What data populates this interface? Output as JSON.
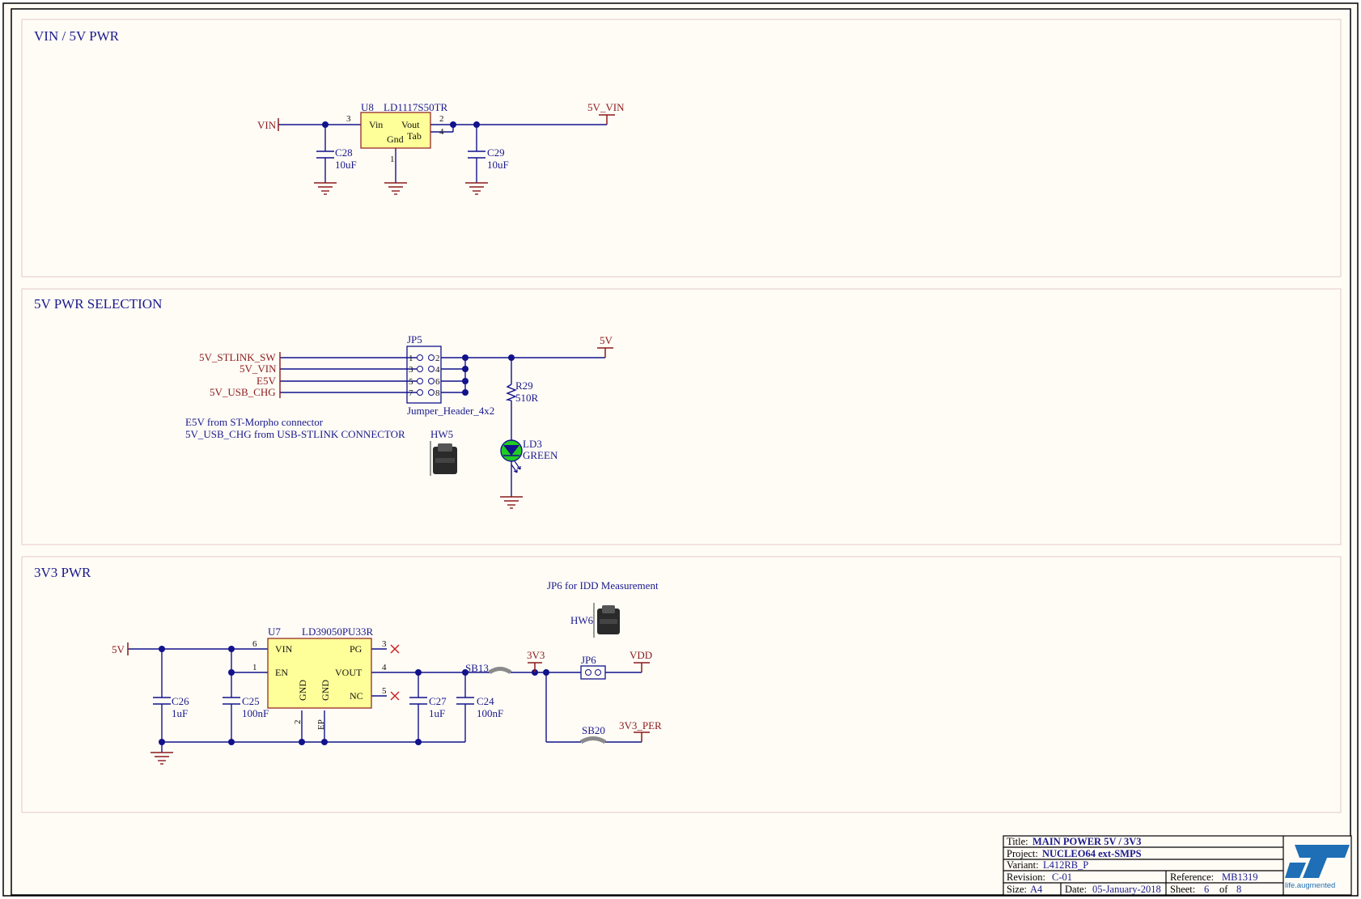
{
  "colors": {
    "paper": "#fffcf6",
    "wire": "#12128c",
    "net": "#8b1a1a",
    "component_fill": "#ffff99",
    "component_stroke": "#8b1a1a",
    "section_border": "#e6c8c8",
    "led": "#22cc22",
    "st_logo": "#1e6fb5"
  },
  "sections": [
    {
      "title": "VIN / 5V PWR"
    },
    {
      "title": "5V  PWR SELECTION"
    },
    {
      "title": "3V3 PWR"
    }
  ],
  "vin_section": {
    "regulator": {
      "ref": "U8",
      "part": "LD1117S50TR",
      "pin_vin": "Vin",
      "pin_vout": "Vout",
      "pin_gnd": "Gnd",
      "pin_tab": "Tab",
      "pin_num_in": "3",
      "pin_num_out": "2",
      "pin_num_tab": "4",
      "pin_num_gnd": "1"
    },
    "net_in": "VIN",
    "net_out": "5V_VIN",
    "cap_in": {
      "ref": "C28",
      "value": "10uF"
    },
    "cap_out": {
      "ref": "C29",
      "value": "10uF"
    }
  },
  "selection_section": {
    "inputs": [
      "5V_STLINK_SW",
      "5V_VIN",
      "E5V",
      "5V_USB_CHG"
    ],
    "jumper": {
      "ref": "JP5",
      "part": "Jumper_Header_4x2",
      "pins_left": [
        "1",
        "3",
        "5",
        "7"
      ],
      "pins_right": [
        "2",
        "4",
        "6",
        "8"
      ]
    },
    "net_out": "5V",
    "resistor": {
      "ref": "R29",
      "value": "510R"
    },
    "led": {
      "ref": "LD3",
      "value": "GREEN"
    },
    "hardware": "HW5",
    "notes": [
      "E5V from ST-Morpho connector",
      "5V_USB_CHG from USB-STLINK CONNECTOR"
    ]
  },
  "v33_section": {
    "net_in": "5V",
    "regulator": {
      "ref": "U7",
      "part": "LD39050PU33R",
      "pin_vin": "VIN",
      "pin_en": "EN",
      "pin_pg": "PG",
      "pin_vout": "VOUT",
      "pin_nc": "NC",
      "pin_gnd1": "GND",
      "pin_gnd2": "GND",
      "pin_ep": "EP",
      "pin_num_vin": "6",
      "pin_num_en": "1",
      "pin_num_pg": "3",
      "pin_num_vout": "4",
      "pin_num_nc": "5",
      "pin_num_gnd": "2"
    },
    "caps": [
      {
        "ref": "C26",
        "value": "1uF"
      },
      {
        "ref": "C25",
        "value": "100nF"
      },
      {
        "ref": "C27",
        "value": "1uF"
      },
      {
        "ref": "C24",
        "value": "100nF"
      }
    ],
    "solder_bridges": [
      "SB13",
      "SB20"
    ],
    "net_3v3": "3V3",
    "net_vdd": "VDD",
    "net_3v3_per": "3V3_PER",
    "jumper": "JP6",
    "note": "JP6 for IDD Measurement",
    "hardware": "HW6"
  },
  "title_block": {
    "title_label": "Title:",
    "title": "MAIN POWER 5V / 3V3",
    "project_label": "Project:",
    "project": "NUCLEO64 ext-SMPS",
    "variant_label": "Variant:",
    "variant": "L412RB_P",
    "revision_label": "Revision:",
    "revision": "C-01",
    "reference_label": "Reference:",
    "reference": "MB1319",
    "size_label": "Size:",
    "size": "A4",
    "date_label": "Date:",
    "date": "05-January-2018",
    "sheet_label": "Sheet:",
    "sheet": "6",
    "of_label": "of",
    "sheet_total": "8",
    "logo_text": "life.augmented"
  }
}
